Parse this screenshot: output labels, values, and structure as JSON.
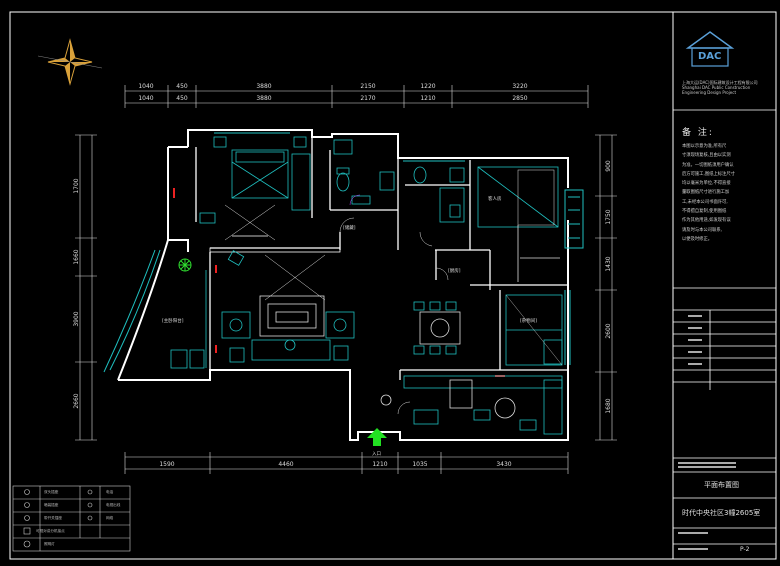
{
  "drawing": {
    "entrance_label": "入口",
    "rooms": {
      "master_bedroom": "",
      "balcony_left": "[主卧阳台]",
      "storage": "[储藏]",
      "second_bedroom": "客人房",
      "kitchen": "[厨房]",
      "storage2": "[杂物间]"
    },
    "dims_top": [
      "1040",
      "450",
      "3880",
      "2150",
      "1220",
      "3220"
    ],
    "dims_top_inner": [
      "1040",
      "450",
      "3880",
      "2170",
      "1210",
      "2850"
    ],
    "dims_left": [
      "1700",
      "1660",
      "3900",
      "2660"
    ],
    "dims_right": [
      "900",
      "1750",
      "1430",
      "2600",
      "1680"
    ],
    "dims_bottom": [
      "1590",
      "4460",
      "1210",
      "1035",
      "3430"
    ]
  },
  "title_block": {
    "company_logo": "DAC",
    "company_text": "上海大运(DAC)国际建筑设计工程有限公司\nShanghai DAC Public Construction\nEngineering Design Project",
    "notes_title": "备 注:",
    "notes_body": "本图以示意为准,所有尺\n寸须现场复核,且由以实测\n为准。一切图纸须用户确认\n后方可施工,图纸上标注尺寸\n均以毫米为单位,不得直接\n量取图纸尺寸进行施工加\n工,未经本公司书面许可,\n不得擅自复制,使用图纸\n作为其他用途,如发现有误\n请及时与本公司联系,\n以便及时修正。",
    "drawing_name": "平面布置图",
    "project_name": "时代中央社区3幢2605室",
    "sheet_no": "P-2"
  },
  "legend": {
    "items": [
      {
        "symbol": "",
        "label": "双头插座"
      },
      {
        "symbol": "",
        "label": "暗装插座"
      },
      {
        "symbol": "",
        "label": "带开关插座"
      },
      {
        "symbol": "",
        "label": "可视对讲分机接点"
      },
      {
        "symbol": "",
        "label": "照明灯"
      }
    ],
    "items_right": [
      "电话",
      "电视出线",
      "网络"
    ]
  }
}
